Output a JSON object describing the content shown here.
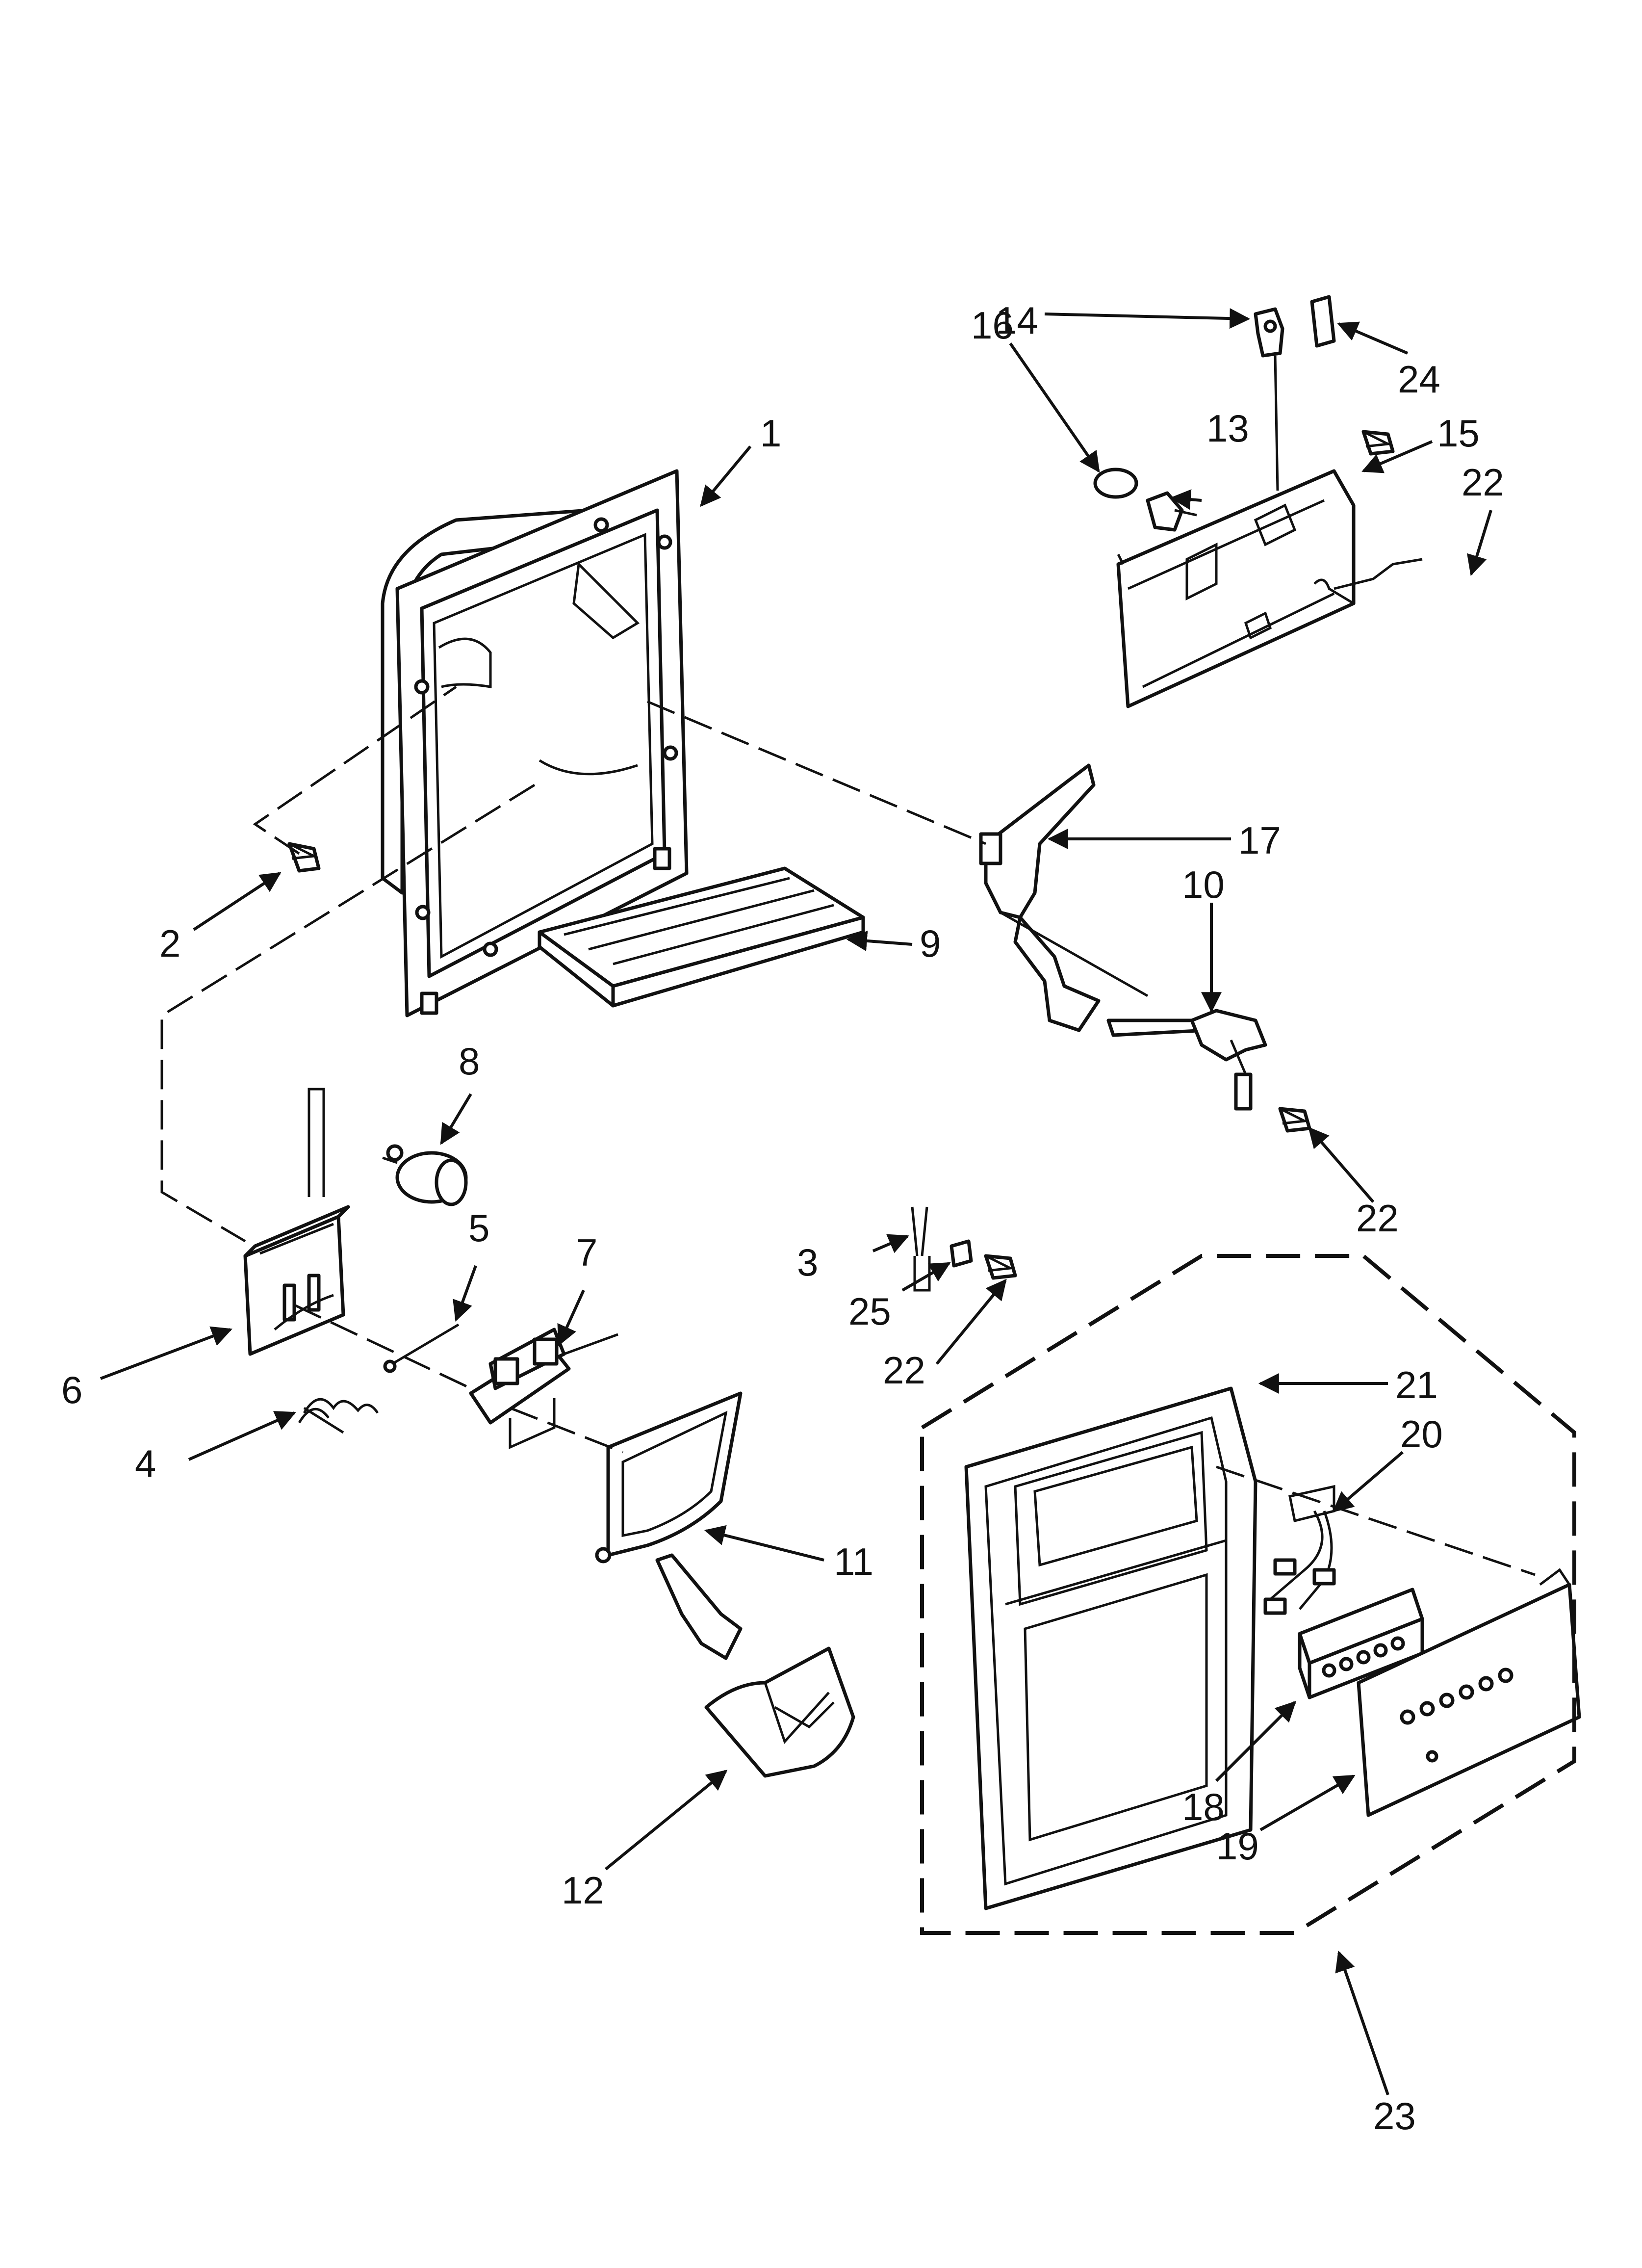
{
  "diagram": {
    "colors": {
      "ink": "#111111",
      "paper": "#ffffff"
    },
    "callouts": [
      {
        "id": "c1",
        "text": "1"
      },
      {
        "id": "c2",
        "text": "2"
      },
      {
        "id": "c3",
        "text": "3"
      },
      {
        "id": "c4",
        "text": "4"
      },
      {
        "id": "c5",
        "text": "5"
      },
      {
        "id": "c6",
        "text": "6"
      },
      {
        "id": "c7",
        "text": "7"
      },
      {
        "id": "c8",
        "text": "8"
      },
      {
        "id": "c9",
        "text": "9"
      },
      {
        "id": "c10",
        "text": "10"
      },
      {
        "id": "c11",
        "text": "11"
      },
      {
        "id": "c12",
        "text": "12"
      },
      {
        "id": "c13",
        "text": "13"
      },
      {
        "id": "c14",
        "text": "14"
      },
      {
        "id": "c15",
        "text": "15"
      },
      {
        "id": "c16",
        "text": "16"
      },
      {
        "id": "c17",
        "text": "17"
      },
      {
        "id": "c18",
        "text": "18"
      },
      {
        "id": "c19",
        "text": "19"
      },
      {
        "id": "c20",
        "text": "20"
      },
      {
        "id": "c21",
        "text": "21"
      },
      {
        "id": "c22a",
        "text": "22"
      },
      {
        "id": "c22b",
        "text": "22"
      },
      {
        "id": "c22c",
        "text": "22"
      },
      {
        "id": "c23",
        "text": "23"
      },
      {
        "id": "c24",
        "text": "24"
      },
      {
        "id": "c25",
        "text": "25"
      }
    ]
  }
}
